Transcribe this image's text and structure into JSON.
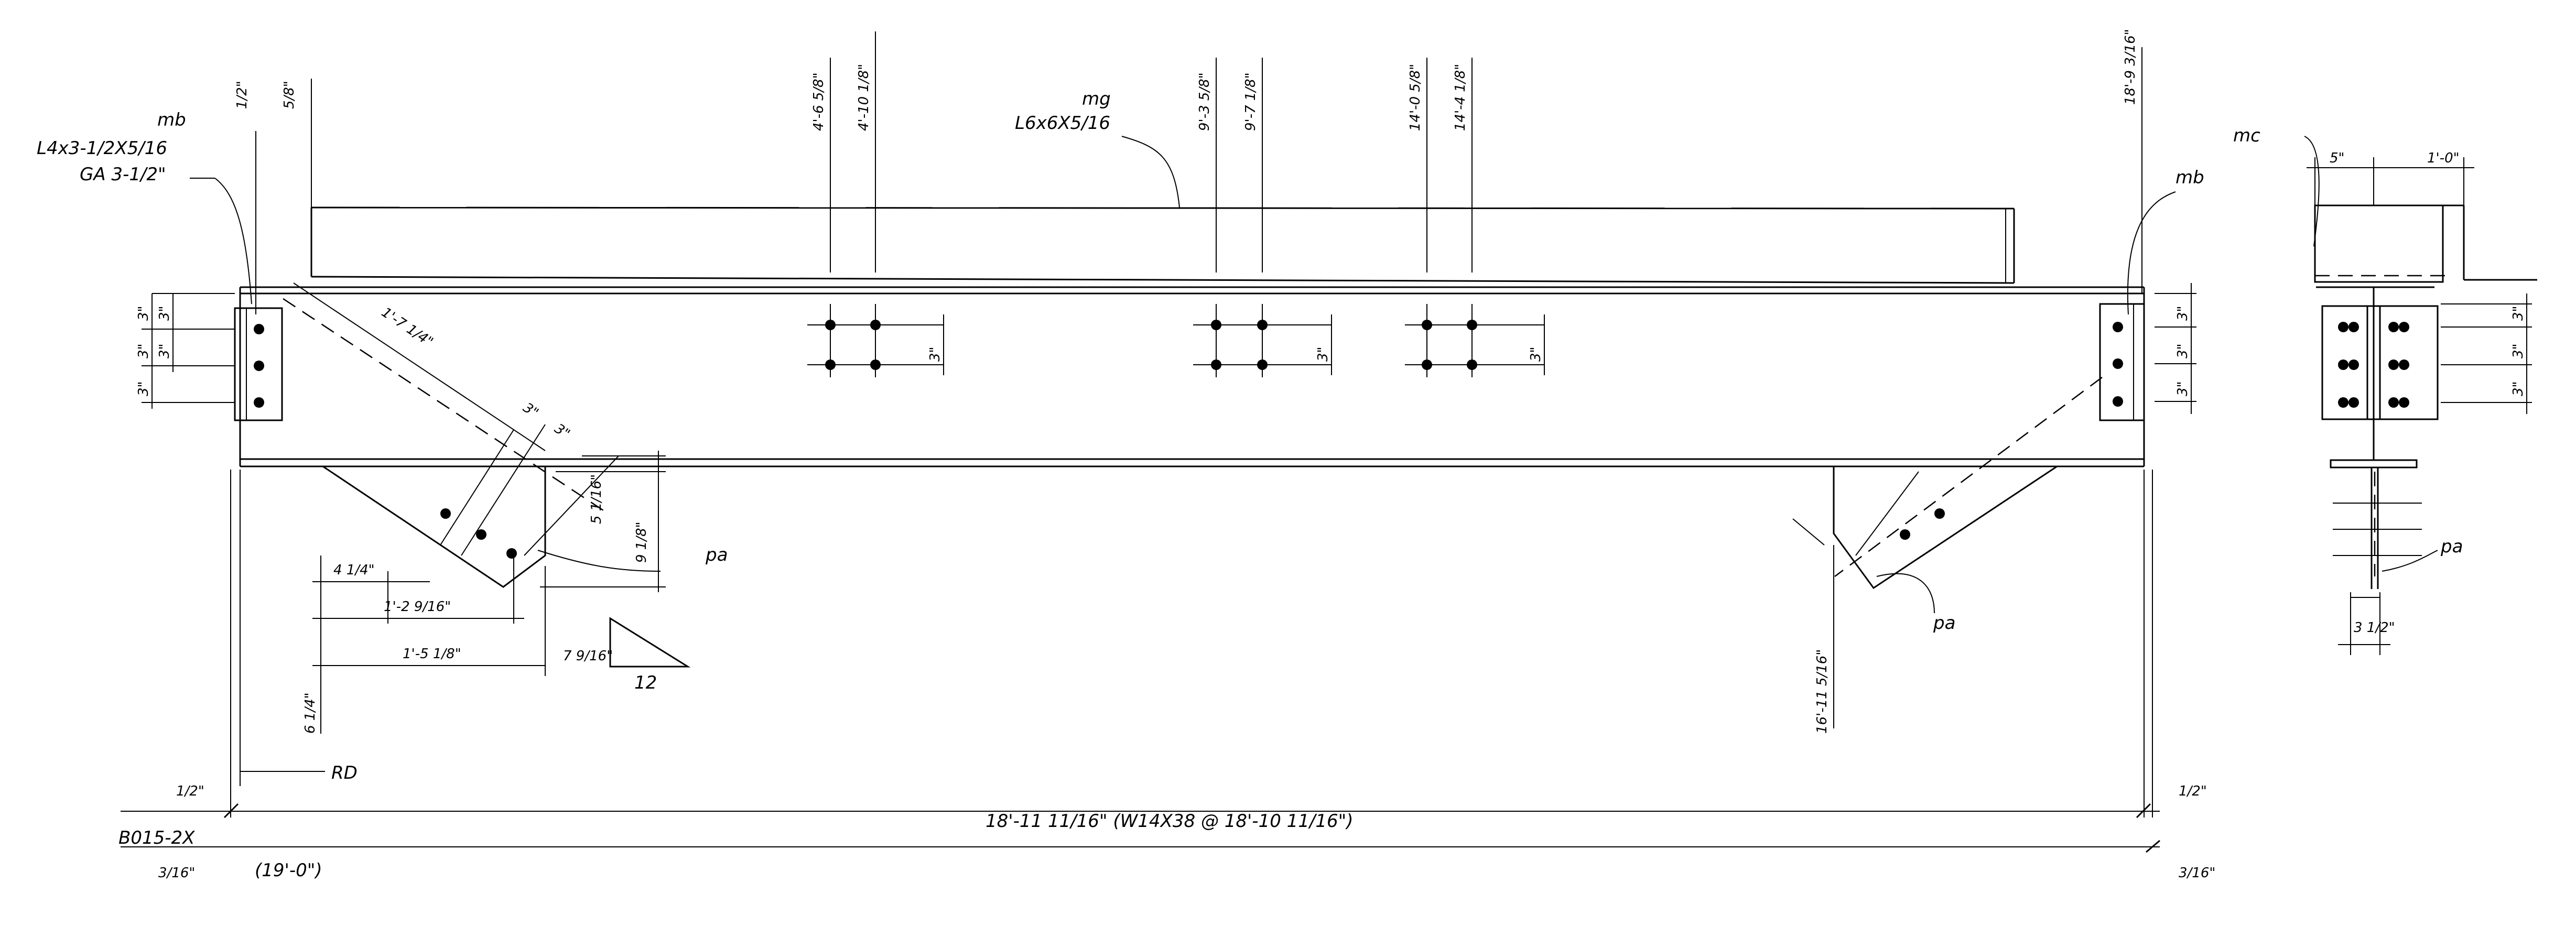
{
  "labels": {
    "mb_left": "mb",
    "angle_left": "L4x3-1/2X5/16",
    "gage_left": "GA 3-1/2\"",
    "mg": "mg",
    "angle_top": "L6x6X5/16",
    "mb_right": "mb",
    "mc": "mc",
    "pa_left": "pa",
    "pa_mid": "pa",
    "pa_right": "pa",
    "rd": "RD",
    "mark": "B015-2X",
    "bevel_run": "12"
  },
  "dims": {
    "top_1": "1/2\"",
    "top_2": "5/8\"",
    "top_3": "4'-6 5/8\"",
    "top_4": "4'-10 1/8\"",
    "top_5": "9'-3 5/8\"",
    "top_6": "9'-7 1/8\"",
    "top_7": "14'-0 5/8\"",
    "top_8": "14'-4 1/8\"",
    "top_9": "18'-9 3/16\"",
    "left_v1": "3\"",
    "left_v2": "3\"",
    "left_v3": "3\"",
    "left_v4": "3\"",
    "left_v5": "3\"",
    "mid_v1": "3\"",
    "mid_v2": "3\"",
    "mid_v3": "3\"",
    "right_v1": "3\"",
    "right_v2": "3\"",
    "right_v3": "3\"",
    "sec_v1": "3\"",
    "sec_v2": "3\"",
    "sec_v3": "3\"",
    "brace_len": "1'-7 1/4\"",
    "brace_g1": "3\"",
    "brace_g2": "3\"",
    "brace_5": "5 1/16\"",
    "brace_9": "9 1/8\"",
    "plate_4": "4 1/4\"",
    "plate_12": "1'-2 9/16\"",
    "plate_15": "1'-5 1/8\"",
    "bevel_rise": "7 9/16\"",
    "left_6": "6 1/4\"",
    "right_brace": "16'-11 5/16\"",
    "sec_5": "5\"",
    "sec_10": "1'-0\"",
    "sec_3": "3 1/2\"",
    "left_half": "1/2\"",
    "right_half": "1/2\"",
    "left_316": "3/16\"",
    "right_316": "3/16\"",
    "overall": "18'-11 11/16\" (W14X38 @ 18'-10 11/16\")",
    "overall_ref": "(19'-0\")"
  }
}
